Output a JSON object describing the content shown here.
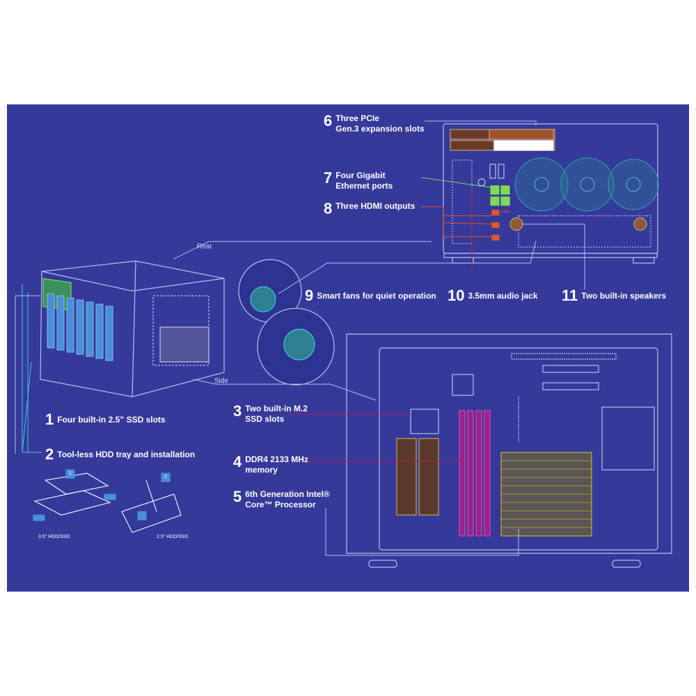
{
  "colors": {
    "background": "#34399a",
    "line": "#b9c0ec",
    "cyan_line": "#3fc7d8",
    "orange_line": "#e0572a",
    "magenta_line": "#c2185b",
    "fan": "#2e9aa8",
    "memory": "#c2188f",
    "heatsink": "#c7b02a",
    "ssd": "#c9a06a",
    "drive": "#4a8fd8",
    "ethernet": "#7ed957"
  },
  "icons": [
    "nas-enclosure",
    "rear-panel",
    "fan",
    "motherboard",
    "hdd-tray"
  ],
  "callouts": [
    {
      "num": "6",
      "lines": [
        "Three PCIe",
        "Gen.3 expansion slots"
      ]
    },
    {
      "num": "7",
      "lines": [
        "Four Gigabit",
        "Ethernet ports"
      ]
    },
    {
      "num": "8",
      "lines": [
        "Three HDMI outputs"
      ]
    },
    {
      "num": "9",
      "lines": [
        "Smart fans for quiet operation"
      ]
    },
    {
      "num": "10",
      "lines": [
        "3.5mm audio jack"
      ]
    },
    {
      "num": "11",
      "lines": [
        "Two built-in speakers"
      ]
    },
    {
      "num": "1",
      "lines": [
        "Four built-in 2.5”  SSD slots"
      ]
    },
    {
      "num": "2",
      "lines": [
        "Tool-less HDD tray and installation"
      ]
    },
    {
      "num": "3",
      "lines": [
        "Two built-in M.2",
        "SSD slots"
      ]
    },
    {
      "num": "4",
      "lines": [
        "DDR4 2133 MHz",
        "memory"
      ]
    },
    {
      "num": "5",
      "lines": [
        "6th Generation Intel®",
        "Core™ Processor"
      ]
    }
  ],
  "view_labels": {
    "rear": "Rear",
    "side": "Side"
  },
  "tray_labels": {
    "hdd35": "3.5” HDD/SSD",
    "hdd25": "2.5” HDD/SSD"
  },
  "tray_steps": {
    "s1": "1",
    "s2": "2"
  },
  "port_labels": {
    "hdmi": "HDMI"
  }
}
